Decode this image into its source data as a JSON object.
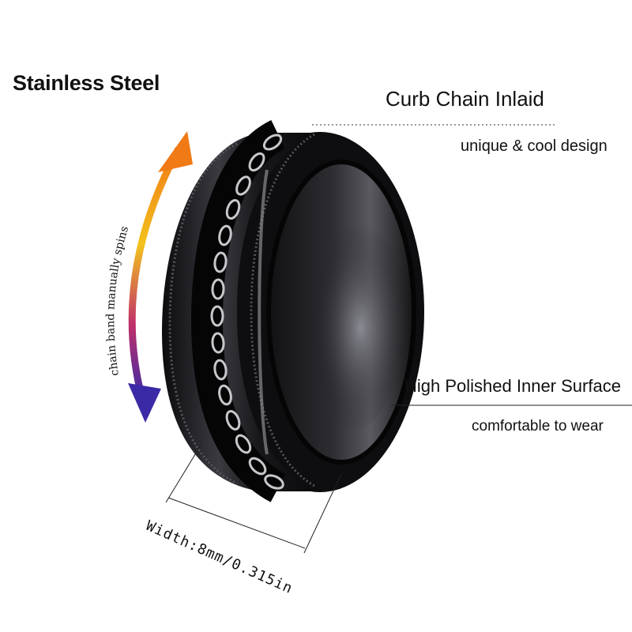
{
  "title": "Stainless Steel",
  "callouts": {
    "chain": {
      "heading": "Curb Chain Inlaid",
      "subtext": "unique & cool design"
    },
    "inner": {
      "heading": "High Polished Inner Surface",
      "subtext": "comfortable to wear"
    }
  },
  "spin_label": "chain band manually spins",
  "width_label": "Width:8mm/0.315in",
  "colors": {
    "arrow_top": "#f07a16",
    "arrow_middle": "#f3c21e",
    "arrow_bottom": "#3b2aa6",
    "ring": "#1c1c1f",
    "chain": "#c8c8cc"
  }
}
